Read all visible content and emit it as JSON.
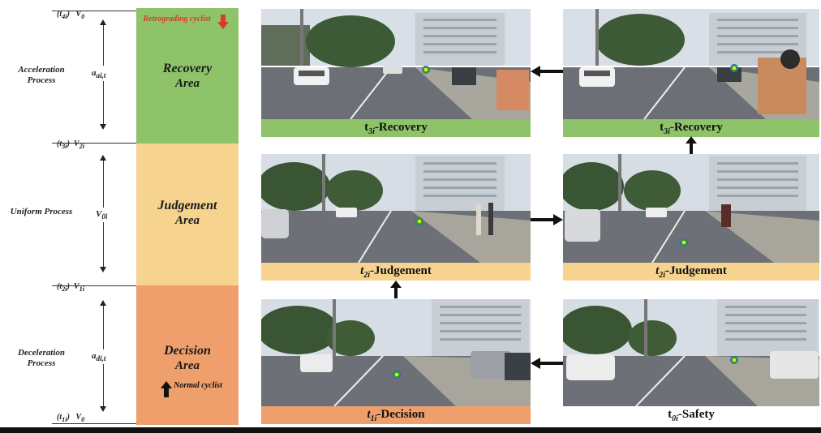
{
  "axis": {
    "t4": "(t4i)",
    "v_top": "V0",
    "t3": "(t3i)",
    "v_3": "V2i",
    "t2": "(t2i)",
    "v_2": "V1i",
    "t1": "(t1i)",
    "v_bot": "V0",
    "proc_acc": "Acceleration Process",
    "proc_uni": "Uniform Process",
    "proc_dec": "Deceleration Process",
    "q_acc": "aai,t",
    "q_uni": "V0i",
    "q_dec": "adi,t"
  },
  "zones": {
    "recovery": {
      "title": "Recovery",
      "sub": "Area",
      "color": "#8fc36a"
    },
    "judgement": {
      "title": "Judgement",
      "sub": "Area",
      "color": "#f6d48f"
    },
    "decision": {
      "title": "Decision",
      "sub": "Area",
      "color": "#ee9f6c"
    },
    "retrograding": "Retrograding cyclist",
    "normal": "Normal cyclist"
  },
  "captions": {
    "c1": "t3i-Recovery",
    "c2": "t3i-Recovery",
    "c3": "t2i-Judgement",
    "c4": "t2i-Judgement",
    "c5": "t1i-Decision",
    "c6": "t0i-Safety"
  }
}
